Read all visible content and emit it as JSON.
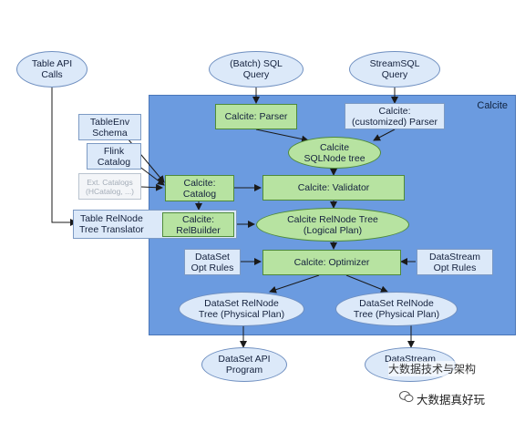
{
  "diagram": {
    "panel_title": "Calcite",
    "nodes": {
      "table_api": "Table API\nCalls",
      "batch_sql": "(Batch) SQL\nQuery",
      "stream_sql": "StreamSQL\nQuery",
      "calcite_parser": "Calcite: Parser",
      "calcite_custom_parser": "Calcite:\n(customized) Parser",
      "tableenv_schema": "TableEnv\nSchema",
      "flink_catalog": "Flink\nCatalog",
      "ext_catalogs": "Ext. Catalogs\n(HCatalog, ...)",
      "sqlnode_tree": "Calcite\nSQLNode tree",
      "calcite_catalog": "Calcite:\nCatalog",
      "calcite_validator": "Calcite: Validator",
      "relnode_translator": "Table RelNode\nTree Translator",
      "calcite_relbuilder": "Calcite:\nRelBuilder",
      "relnode_tree": "Calcite RelNode Tree\n(Logical Plan)",
      "dataset_opt_rules": "DataSet\nOpt Rules",
      "calcite_optimizer": "Calcite:  Optimizer",
      "datastream_opt_rules": "DataStream\nOpt Rules",
      "dataset_physical": "DataSet RelNode\nTree (Physical Plan)",
      "datastream_physical": "DataSet RelNode\nTree (Physical Plan)",
      "dataset_api": "DataSet API\nProgram",
      "datastream_api": "DataStream"
    }
  },
  "watermark": {
    "line1": "大数据技术与架构",
    "line2": "大数据真好玩"
  },
  "colors": {
    "panel": "#6b9be0",
    "green_box": "#b7e3a1",
    "blue_box": "#dce9f9",
    "line": "#1a1a1a"
  }
}
